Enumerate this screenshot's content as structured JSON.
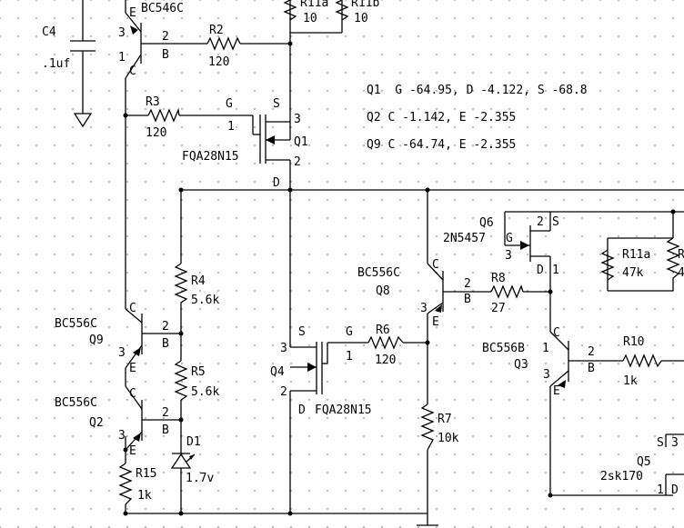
{
  "readout": {
    "q1": "Q1  G -64.95, D -4.122, S -68.8",
    "q2": "Q2 C -1.142, E -2.355",
    "q9": "Q9 C -64.74, E -2.355"
  },
  "c4": {
    "ref": "C4",
    "value": ".1uf"
  },
  "top_transistor": {
    "part": "BC546C",
    "pin_e": "E",
    "pin_c": "C",
    "pin_b": "B",
    "n3": "3",
    "n1": "1",
    "n2": "2"
  },
  "r11a_top": {
    "ref": "R11a",
    "value": "10"
  },
  "r11b_top": {
    "ref": "R11b",
    "value": "10"
  },
  "r2": {
    "ref": "R2",
    "value": "120"
  },
  "r3": {
    "ref": "R3",
    "value": "120"
  },
  "q1": {
    "ref": "Q1",
    "part": "FQA28N15",
    "pin_g": "G",
    "pin_s": "S",
    "pin_d": "D",
    "n1": "1",
    "n2": "2",
    "n3": "3"
  },
  "r4": {
    "ref": "R4",
    "value": "5.6k"
  },
  "r5": {
    "ref": "R5",
    "value": "5.6k"
  },
  "q9": {
    "ref": "Q9",
    "part": "BC556C",
    "pin_c": "C",
    "pin_b": "B",
    "pin_e": "E",
    "n2": "2",
    "n3": "3"
  },
  "q2": {
    "ref": "Q2",
    "part": "BC556C",
    "pin_c": "C",
    "pin_b": "B",
    "pin_e": "E",
    "n2": "2",
    "n3": "3"
  },
  "d1": {
    "ref": "D1",
    "value": "1.7v"
  },
  "r15": {
    "ref": "R15",
    "value": "1k"
  },
  "q4": {
    "ref": "Q4",
    "part": "FQA28N15",
    "pin_s": "S",
    "pin_g": "G",
    "pin_d": "D",
    "n1": "1",
    "n2": "2",
    "n3": "3"
  },
  "r6": {
    "ref": "R6",
    "value": "120"
  },
  "r7": {
    "ref": "R7",
    "value": "10k"
  },
  "q8": {
    "ref": "Q8",
    "part": "BC556C",
    "pin_c": "C",
    "pin_b": "B",
    "pin_e": "E",
    "n2": "2",
    "n3": "3"
  },
  "r8": {
    "ref": "R8",
    "value": "27"
  },
  "q6": {
    "ref": "Q6",
    "part": "2N5457",
    "pin_g": "G",
    "pin_s": "S",
    "pin_d": "D",
    "n1": "1",
    "n2": "2",
    "n3": "3"
  },
  "r11a": {
    "ref": "R11a",
    "value": "47k"
  },
  "r11b_partial": {
    "ref": "R",
    "value": "4"
  },
  "q3": {
    "ref": "Q3",
    "part": "BC556B",
    "pin_c": "C",
    "pin_b": "B",
    "pin_e": "E",
    "n1": "1",
    "n2": "2",
    "n3": "3"
  },
  "r10": {
    "ref": "R10",
    "value": "1k"
  },
  "q5": {
    "ref": "Q5",
    "part": "2sk170",
    "pin_s": "S",
    "pin_d": "D",
    "n1": "1",
    "n3": "3"
  }
}
